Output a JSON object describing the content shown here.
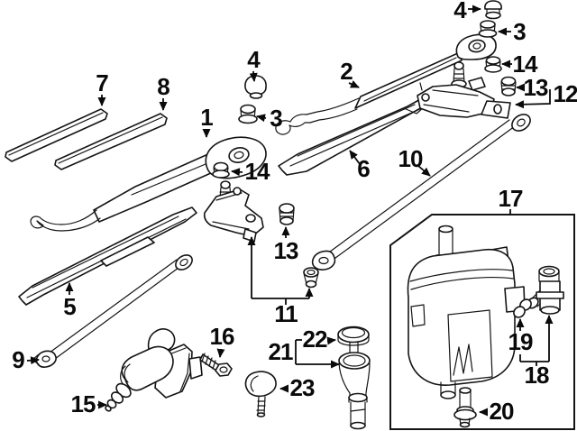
{
  "diagram": {
    "kind": "exploded-parts-diagram",
    "background_color": "#ffffff",
    "line_color": "#141414",
    "callouts": [
      {
        "label": "7"
      },
      {
        "label": "8"
      },
      {
        "label": "4"
      },
      {
        "label": "3"
      },
      {
        "label": "1"
      },
      {
        "label": "14"
      },
      {
        "label": "2"
      },
      {
        "label": "4"
      },
      {
        "label": "3"
      },
      {
        "label": "14"
      },
      {
        "label": "13"
      },
      {
        "label": "12"
      },
      {
        "label": "6"
      },
      {
        "label": "10"
      },
      {
        "label": "17"
      },
      {
        "label": "13"
      },
      {
        "label": "11"
      },
      {
        "label": "5"
      },
      {
        "label": "9"
      },
      {
        "label": "15"
      },
      {
        "label": "16"
      },
      {
        "label": "21"
      },
      {
        "label": "22"
      },
      {
        "label": "23"
      },
      {
        "label": "19"
      },
      {
        "label": "18"
      },
      {
        "label": "20"
      }
    ]
  }
}
